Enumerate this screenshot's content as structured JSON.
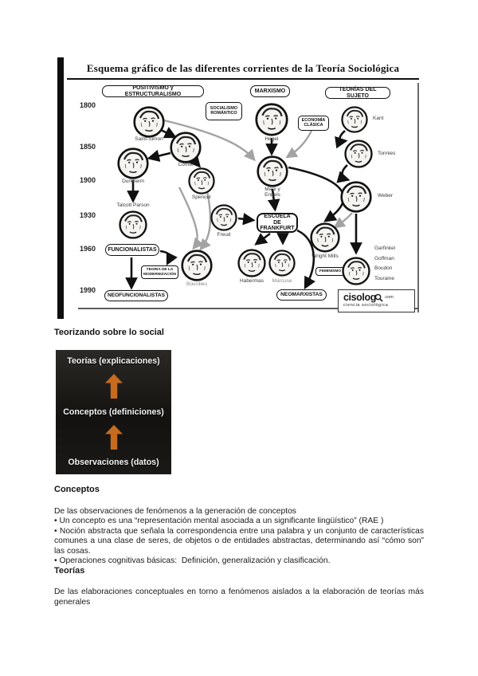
{
  "diagram": {
    "title": "Esquema gráfico de las diferentes corrientes de la Teoría Sociológica",
    "years": [
      "1800",
      "1850",
      "1900",
      "1930",
      "1960",
      "1990"
    ],
    "branches": {
      "positivismo": "POSITIVISMO y ESTRUCTURALISMO",
      "marxismo": "MARXISMO",
      "sujeto": "TEORÍAS DEL SUJETO"
    },
    "tags": {
      "socialismo": "SOCIALISMO ROMÁNTICO",
      "economia": "ECONOMÍA CLÁSICA",
      "frankfurt": "ESCUELA DE FRANKFURT",
      "funcionalistas": "FUNCIONALISTAS",
      "modernizacion": "TEORIA DE LA MODERNIZACIÓN",
      "neofuncionalistas": "NEOFUNCIONALISTAS",
      "neomarxistas": "NEOMARXISTAS",
      "feminismo": "FEMINISMO"
    },
    "people": {
      "saint_simon": "Saint-Simon",
      "comte": "Comte",
      "hegel": "Hegel",
      "kant": "Kant",
      "tonnies": "Tonnies",
      "durkheim": "Durkheim",
      "spencer": "Spencer",
      "marx_engels": "Marx y Engels",
      "weber": "Weber",
      "talcott_parsons": "Talcott Parson",
      "freud": "Freud",
      "bourdieu": "Bourdieu",
      "habermas": "Habermas",
      "marcuse": "Marcuse",
      "wright_mills": "Wright Mills",
      "etno_group": "Garfinkel\nGoffman\nBoudon\nTouraine"
    },
    "logo": {
      "brand": "cisolog",
      "tld": ".com",
      "tagline": "ciencia sociológica"
    }
  },
  "sections": {
    "teorizando": {
      "heading": "Teorizando sobre lo social",
      "levels": [
        "Teorías (explicaciones)",
        "Conceptos (definiciones)",
        "Observaciones (datos)"
      ],
      "arrow_color": "#c76b1e"
    },
    "conceptos": {
      "heading": "Conceptos",
      "intro": "De las observaciones de fenómenos a la generación de conceptos",
      "bullets": [
        "• Un concepto es una “representación mental asociada a un significante lingüístico” (RAE )",
        "• Noción abstracta que señala la correspondencia entre una palabra y un conjunto de características comunes a una clase de seres, de objetos o de entidades abstractas, determinando así “cómo son” las cosas.",
        "• Operaciones cognitivas básicas:  Definición, generalización y clasificación."
      ]
    },
    "teorias": {
      "heading": "Teorías",
      "body": "De las elaboraciones conceptuales en torno a fenómenos aislados a la elaboración de teorías más generales"
    }
  }
}
